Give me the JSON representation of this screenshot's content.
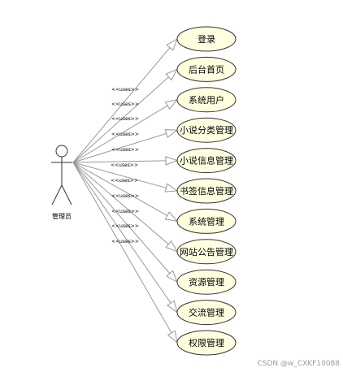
{
  "actor": {
    "label": "管理员"
  },
  "stereotype": "<<uses>>",
  "use_cases": [
    {
      "label": "登录"
    },
    {
      "label": "后台首页"
    },
    {
      "label": "系统用户"
    },
    {
      "label": "小说分类管理"
    },
    {
      "label": "小说信息管理"
    },
    {
      "label": "书签信息管理"
    },
    {
      "label": "系统管理"
    },
    {
      "label": "网站公告管理"
    },
    {
      "label": "资源管理"
    },
    {
      "label": "交流管理"
    },
    {
      "label": "权限管理"
    }
  ],
  "colors": {
    "ellipse_fill": "#ffffe0",
    "line": "#999999",
    "stroke": "#333333"
  },
  "watermark": "CSDN @w_CXKF10088"
}
